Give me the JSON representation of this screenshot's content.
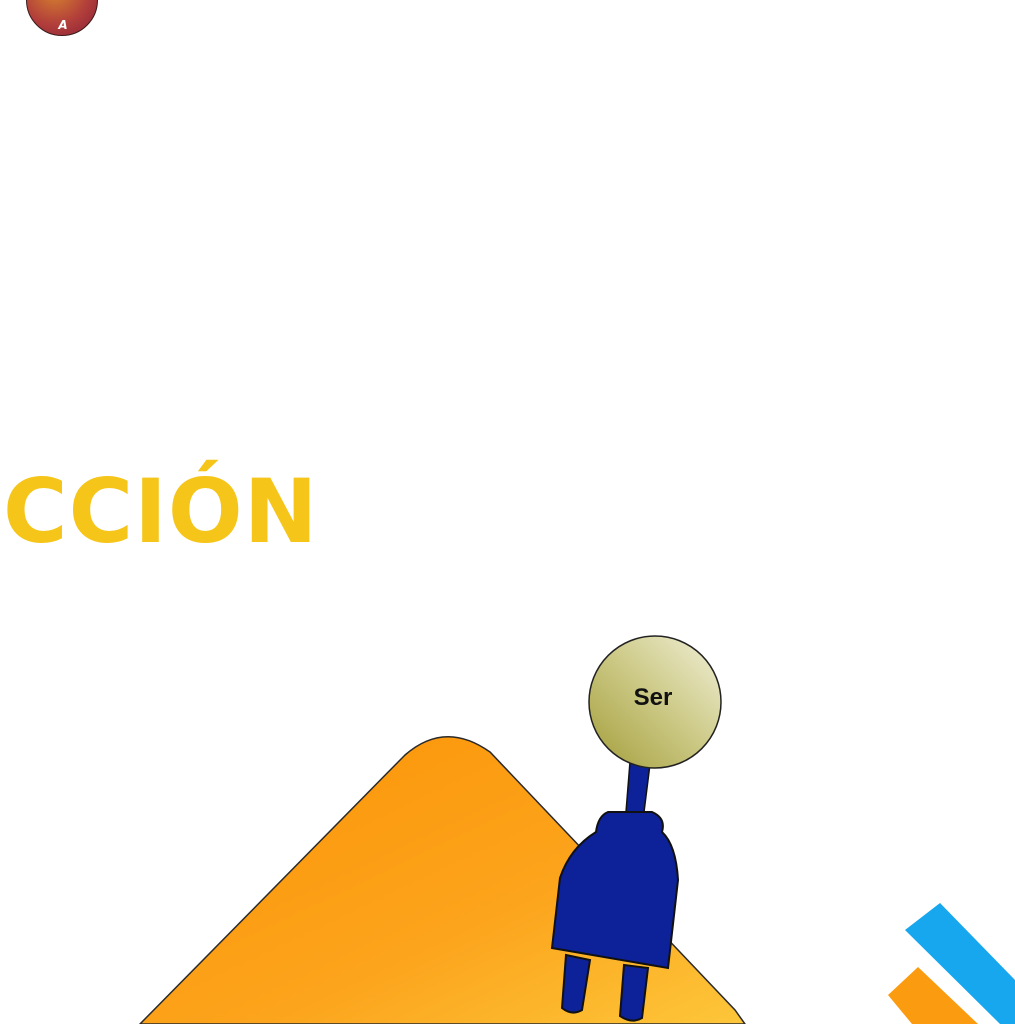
{
  "badge": {
    "letter": "A"
  },
  "heading": {
    "text": "CCIÓN"
  },
  "bubble": {
    "label": "Ser"
  },
  "colors": {
    "heading": "#f6c51a",
    "mountain": "#fb9c10",
    "plug": "#0d2199",
    "bubble": "#c6c27f",
    "stripe_blue": "#16a7ee",
    "stripe_orange": "#fb9c10"
  },
  "icons": [
    "plug-icon",
    "mountain-shape",
    "speech-bubble",
    "diagonal-stripes"
  ]
}
